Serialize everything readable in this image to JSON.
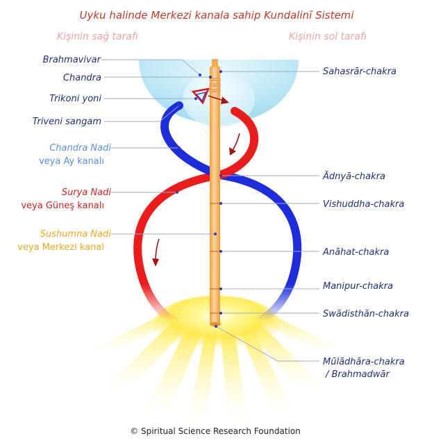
{
  "title": "Uyku halinde Merkezi kanala sahip Kundalinī Sistemi",
  "side_right_person": "Kişinin sağ tarafı",
  "side_left_person": "Kişinin sol tarafı",
  "left_labels": {
    "brahmavivar": "Brahmavivar",
    "chandra": "Chandra",
    "trikoni_yoni": "Trikoni yoni",
    "triveni_sangam": "Triveni sangam",
    "chandra_nadi": "Chandra Nadi",
    "chandra_nadi_sub": "veya Ay kanalı",
    "surya_nadi": "Surya Nadi",
    "surya_nadi_sub": "veya Güneş kanalı",
    "sushumna_nadi": "Sushumna Nadi",
    "sushumna_nadi_sub": "veya Merkezi kanal"
  },
  "right_labels": {
    "sahasrar": "Sahasrār-chakra",
    "adnya": "Ādnyā-chakra",
    "vishuddha": "Vishuddha-chakra",
    "anahat": "Anāhat-chakra",
    "manipur": "Manipur-chakra",
    "swadisthan": "Swādisthān-chakra",
    "muladhara": "Mūlādhāra-chakra",
    "muladhara_sub": "/ Brahmadwār"
  },
  "copyright": "© Spiritual Science Research Foundation",
  "colors": {
    "title": "#c0392b",
    "side_labels": "#f0a3a3",
    "navy_labels": "#1f2f73",
    "chandra_nadi": "#5b8fd6",
    "surya_nadi": "#d21f1f",
    "sushumna_nadi": "#f5a623",
    "blue_channel": "#1e2ddc",
    "red_channel": "#ea1c1c",
    "central_channel": "#f7b865",
    "dome": "#bfe8f5",
    "base_glow": "#ffee55",
    "leader": "#9fa8c9"
  }
}
